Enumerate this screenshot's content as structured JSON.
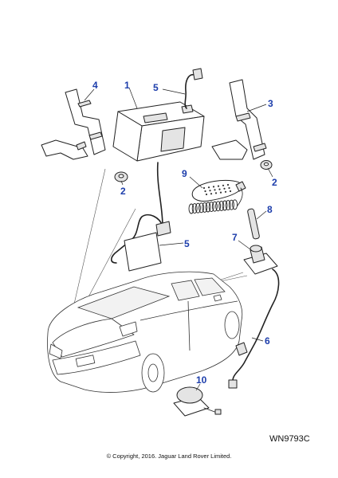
{
  "figure": {
    "reference": "WN9793C",
    "copyright": "© Copyright, 2016. Jaguar Land Rover Limited."
  },
  "callouts": [
    {
      "label": "4"
    },
    {
      "label": "1"
    },
    {
      "label": "5"
    },
    {
      "label": "3"
    },
    {
      "label": "2"
    },
    {
      "label": "9"
    },
    {
      "label": "2"
    },
    {
      "label": "8"
    },
    {
      "label": "5"
    },
    {
      "label": "7"
    },
    {
      "label": "6"
    },
    {
      "label": "10"
    }
  ],
  "colors": {
    "callout": "#1c3dab",
    "line": "#222222",
    "fill": "#e4e4e4",
    "background": "#ffffff"
  }
}
